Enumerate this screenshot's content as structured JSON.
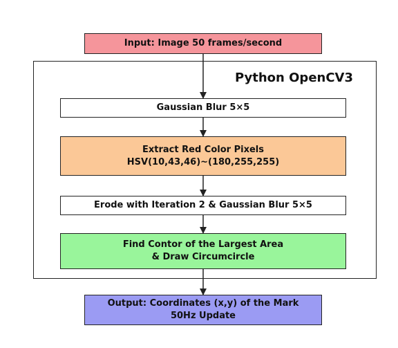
{
  "colors": {
    "input_fill": "#f5959b",
    "extract_fill": "#fbc897",
    "contour_fill": "#99f59b",
    "output_fill": "#9b9bf3",
    "plain_fill": "#ffffff",
    "stroke": "#222222"
  },
  "container": {
    "title": "Python  OpenCV3"
  },
  "input": {
    "line1": "Input: Image 50 frames/second"
  },
  "steps": {
    "blur": {
      "line1": "Gaussian Blur 5×5"
    },
    "extract": {
      "line1": "Extract Red Color Pixels",
      "line2": "HSV(10,43,46)~(180,255,255)"
    },
    "erode": {
      "line1": "Erode with Iteration 2 & Gaussian Blur 5×5"
    },
    "contour": {
      "line1": "Find Contor of the Largest Area",
      "line2": "& Draw Circumcircle"
    }
  },
  "output": {
    "line1": "Output: Coordinates (x,y) of the Mark",
    "line2": "50Hz Update"
  }
}
